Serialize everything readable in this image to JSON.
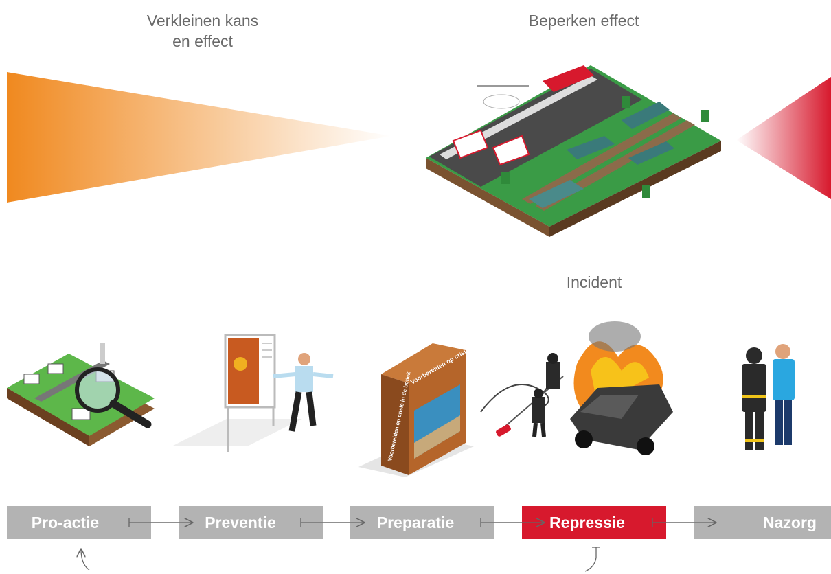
{
  "headings": {
    "reduce_chance": "Verkleinen kans\nen effect",
    "limit_effect": "Beperken effect",
    "incident": "Incident"
  },
  "book": {
    "cover_title": "Voorbereiden op crisis in de botiek",
    "spine_title": "Voorbereiden op crisis in de botiek"
  },
  "phases": [
    {
      "label": "Pro-actie",
      "color": "#b3b3b3"
    },
    {
      "label": "Preventie",
      "color": "#b3b3b3"
    },
    {
      "label": "Preparatie",
      "color": "#b3b3b3"
    },
    {
      "label": "Repressie",
      "color": "#d7192d",
      "active": true
    },
    {
      "label": "Nazorg",
      "color": "#b3b3b3"
    }
  ],
  "colors": {
    "orange": "#f0891f",
    "red": "#d7192d",
    "gray_box": "#b3b3b3",
    "text": "#6a6a6a",
    "arrow": "#666666"
  }
}
